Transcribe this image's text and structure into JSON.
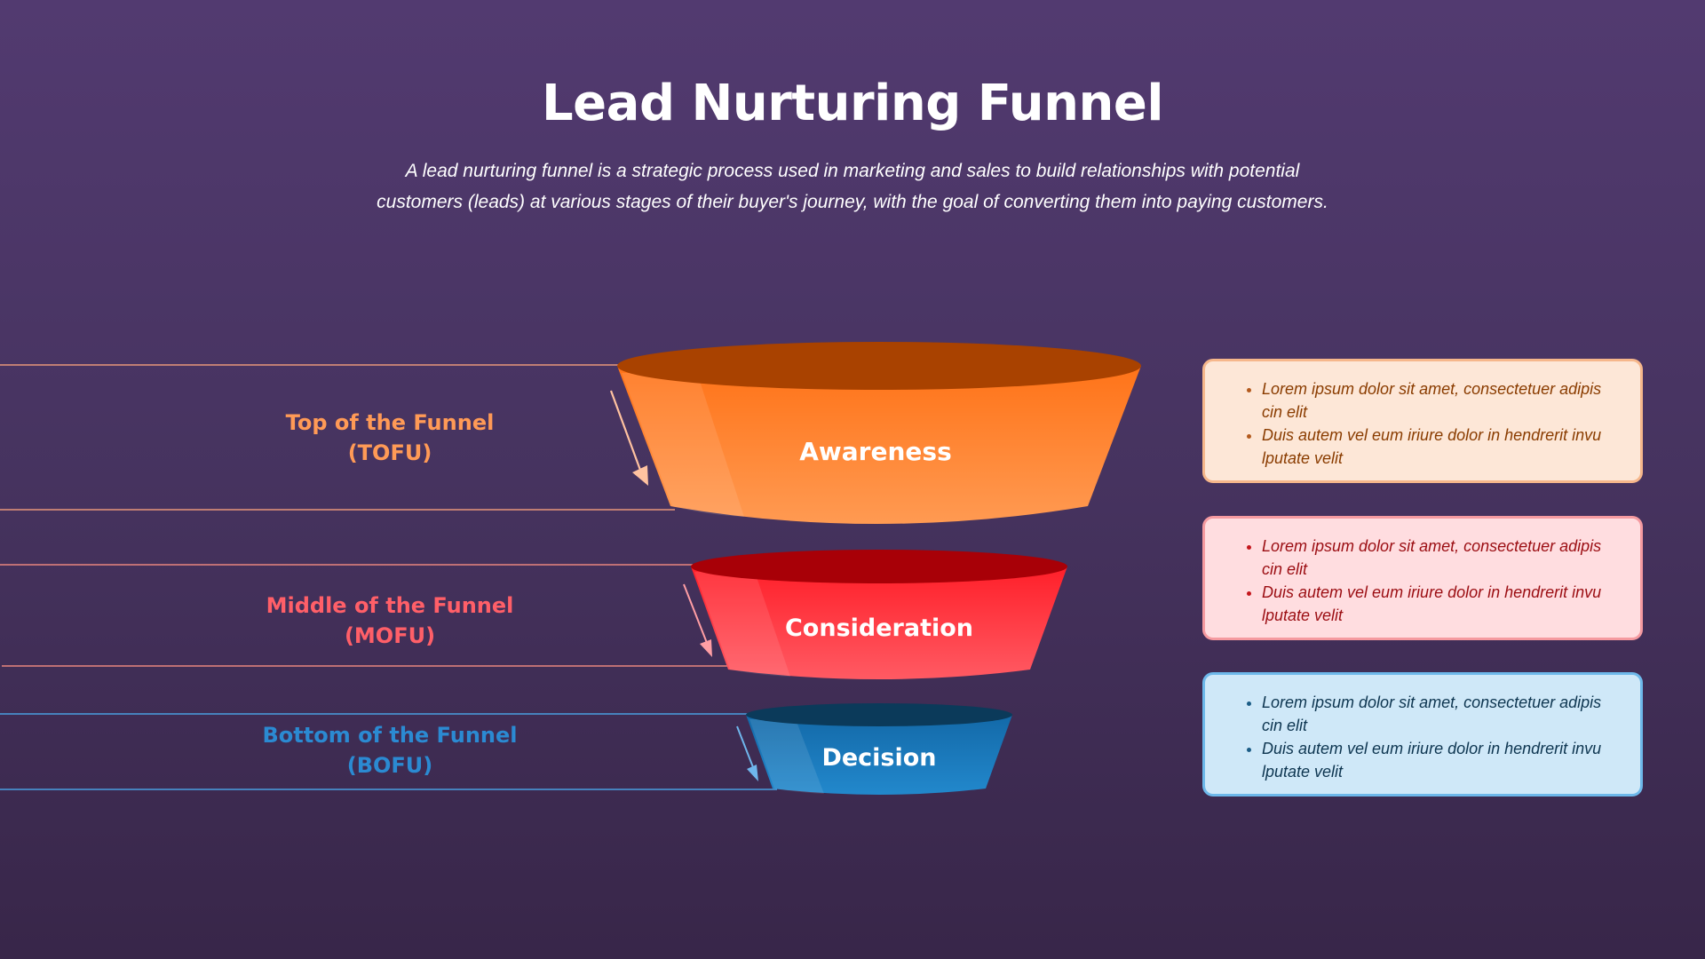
{
  "page": {
    "title": "Lead Nurturing Funnel",
    "subtitle": "A lead nurturing funnel is a strategic process used in marketing and sales to build relationships with potential customers (leads) at various stages of their buyer's journey, with the goal of converting them into paying customers."
  },
  "stages": [
    {
      "key": "tofu",
      "label_line1": "Top of the Funnel",
      "label_line2": "(TOFU)",
      "funnel_text": "Awareness",
      "color": "#ff8c42",
      "bullets": [
        "Lorem ipsum dolor sit amet, consectetuer adipis cin elit",
        "Duis autem vel eum iriure dolor in hendrerit invu lputate velit"
      ]
    },
    {
      "key": "mofu",
      "label_line1": "Middle of the Funnel",
      "label_line2": "(MOFU)",
      "funnel_text": "Consideration",
      "color": "#ff4b57",
      "bullets": [
        "Lorem ipsum dolor sit amet, consectetuer adipis cin elit",
        "Duis autem vel eum iriure dolor in hendrerit invu lputate velit"
      ]
    },
    {
      "key": "bofu",
      "label_line1": "Bottom of the Funnel",
      "label_line2": "(BOFU)",
      "funnel_text": "Decision",
      "color": "#1c7fc4",
      "bullets": [
        "Lorem ipsum dolor sit amet, consectetuer adipis cin elit",
        "Duis autem vel eum iriure dolor in hendrerit invu lputate velit"
      ]
    }
  ]
}
